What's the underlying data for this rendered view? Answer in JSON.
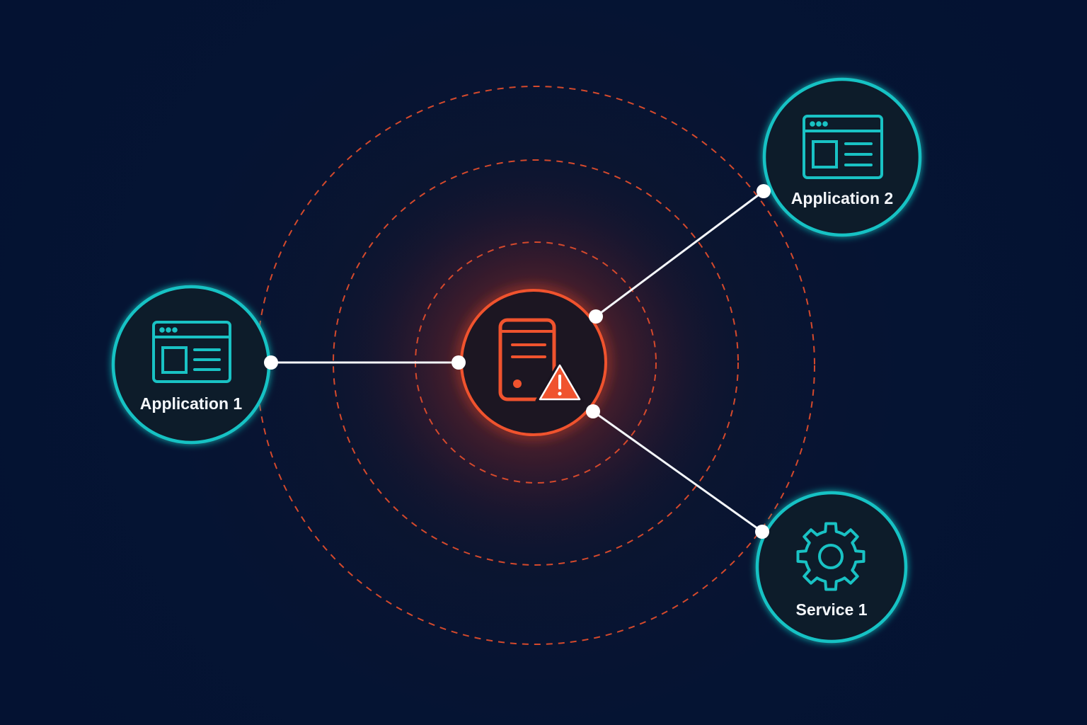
{
  "nodes": {
    "center": {
      "name": "Failing server",
      "icon": "server-warning-icon",
      "color": "#f0532e"
    },
    "app1": {
      "label": "Application 1",
      "icon": "browser-window-icon"
    },
    "app2": {
      "label": "Application 2",
      "icon": "browser-window-icon"
    },
    "service1": {
      "label": "Service 1",
      "icon": "gear-icon"
    }
  },
  "colors": {
    "background": "#041333",
    "node_ring": "#19c2c4",
    "node_fill": "#0e1f2c",
    "alert": "#f0532e",
    "ripple": "#d4492c",
    "connector": "#f4f7fb"
  }
}
